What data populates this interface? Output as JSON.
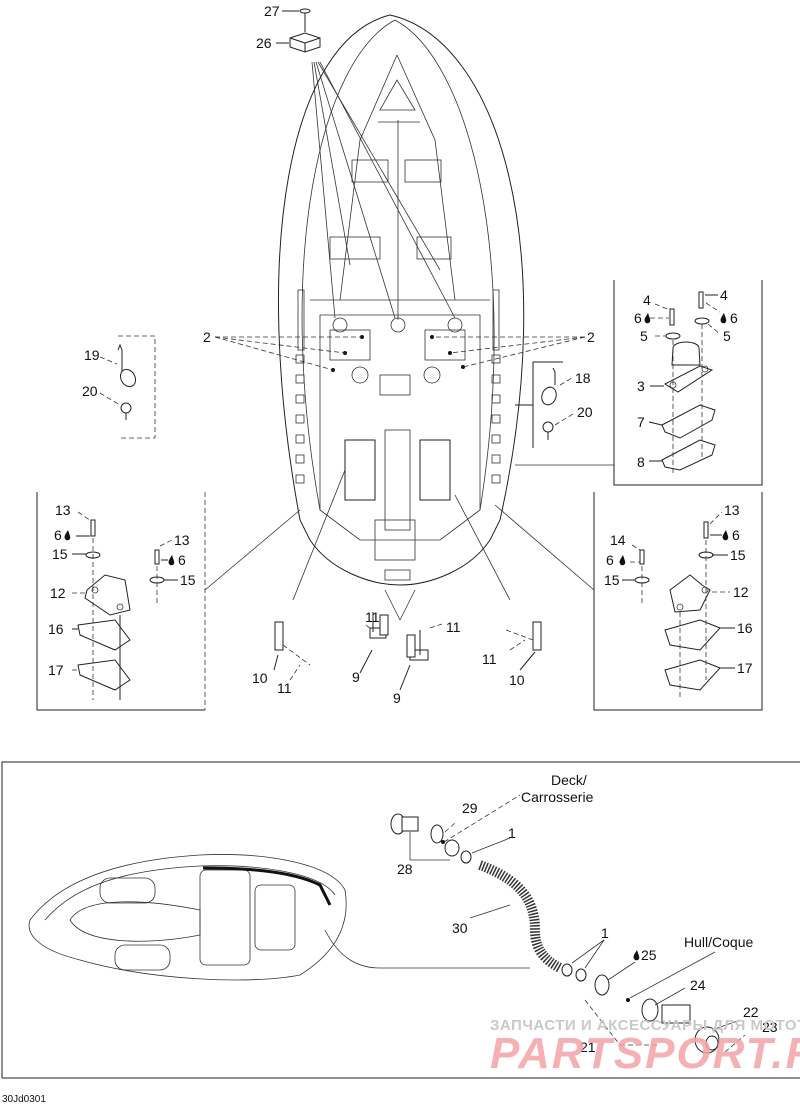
{
  "diagram": {
    "title": "Watercraft hull/engine mount parts diagram",
    "drawing_code": "30Jd0301",
    "labels": {
      "p27": "27",
      "p26": "26",
      "p2_left": "2",
      "p2_right": "2",
      "p19": "19",
      "p20_left": "20",
      "p18": "18",
      "p20_right": "20",
      "p4_a": "4",
      "p4_b": "4",
      "p6_a": "6",
      "p6_b": "6",
      "p5_a": "5",
      "p5_b": "5",
      "p3": "3",
      "p7": "7",
      "p8": "8",
      "l13_a": "13",
      "l6_a": "6",
      "l15_a": "15",
      "l13_b": "13",
      "l6_b": "6",
      "l15_b": "15",
      "l12": "12",
      "l16": "16",
      "l17": "17",
      "r13": "13",
      "r14": "14",
      "r6_a": "6",
      "r6_b": "6",
      "r15_a": "15",
      "r15_b": "15",
      "r12": "12",
      "r16": "16",
      "r17": "17",
      "b11_a": "11",
      "b11_b": "11",
      "b11_c": "11",
      "b11_d": "11",
      "b10_a": "10",
      "b10_b": "10",
      "b9_a": "9",
      "b9_b": "9",
      "deck": "Deck/",
      "carrosserie": "Carrosserie",
      "h29": "29",
      "h28": "28",
      "h1_a": "1",
      "h30": "30",
      "h1_b": "1",
      "h25": "25",
      "hull_coque": "Hull/Coque",
      "h24": "24",
      "h21": "21",
      "h22": "22",
      "h23": "23"
    },
    "legend_symbols": {
      "lubricant_drop": "drop-icon"
    },
    "watermark": {
      "line1": "ЗАПЧАСТИ И АКСЕССУАРЫ ДЛЯ МОТОТЕХНИКИ",
      "line2": "PARTSPORT.RU"
    },
    "colors": {
      "ink": "#111111",
      "watermark_red": "#f4a3a8",
      "watermark_gray": "#c9c9c9"
    }
  }
}
